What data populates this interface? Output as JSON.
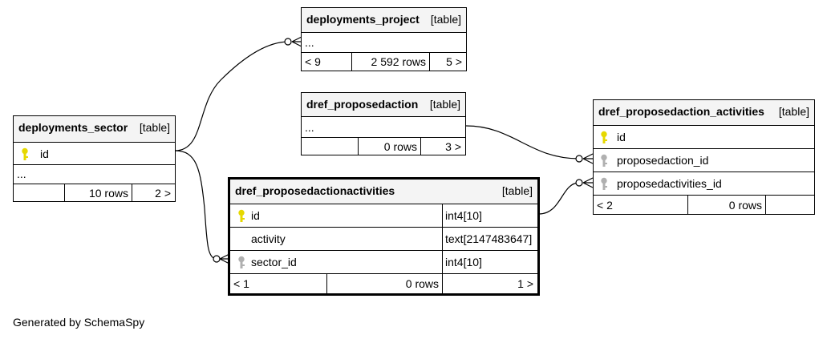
{
  "tables": {
    "deployments_project": {
      "name": "deployments_project",
      "tag": "[table]",
      "columns_placeholder": "...",
      "parents": "< 9",
      "rows": "2 592 rows",
      "children": "5 >"
    },
    "deployments_sector": {
      "name": "deployments_sector",
      "tag": "[table]",
      "key_column": "id",
      "columns_placeholder": "...",
      "parents": "",
      "rows": "10 rows",
      "children": "2 >"
    },
    "dref_proposedaction": {
      "name": "dref_proposedaction",
      "tag": "[table]",
      "columns_placeholder": "...",
      "parents": "",
      "rows": "0 rows",
      "children": "3 >"
    },
    "dref_proposedaction_activities": {
      "name": "dref_proposedaction_activities",
      "tag": "[table]",
      "columns": [
        "id",
        "proposedaction_id",
        "proposedactivities_id"
      ],
      "parents": "< 2",
      "rows": "0 rows",
      "children": ""
    },
    "dref_proposedactionactivities": {
      "name": "dref_proposedactionactivities",
      "tag": "[table]",
      "columns": [
        {
          "name": "id",
          "type": "int4[10]"
        },
        {
          "name": "activity",
          "type": "text[2147483647]"
        },
        {
          "name": "sector_id",
          "type": "int4[10]"
        }
      ],
      "parents": "< 1",
      "rows": "0 rows",
      "children": "1 >"
    }
  },
  "footer": "Generated by SchemaSpy",
  "colors": {
    "primary_key": "#e6d800",
    "foreign_key": "#b0b0b0",
    "header_bg": "#f4f4f4"
  }
}
